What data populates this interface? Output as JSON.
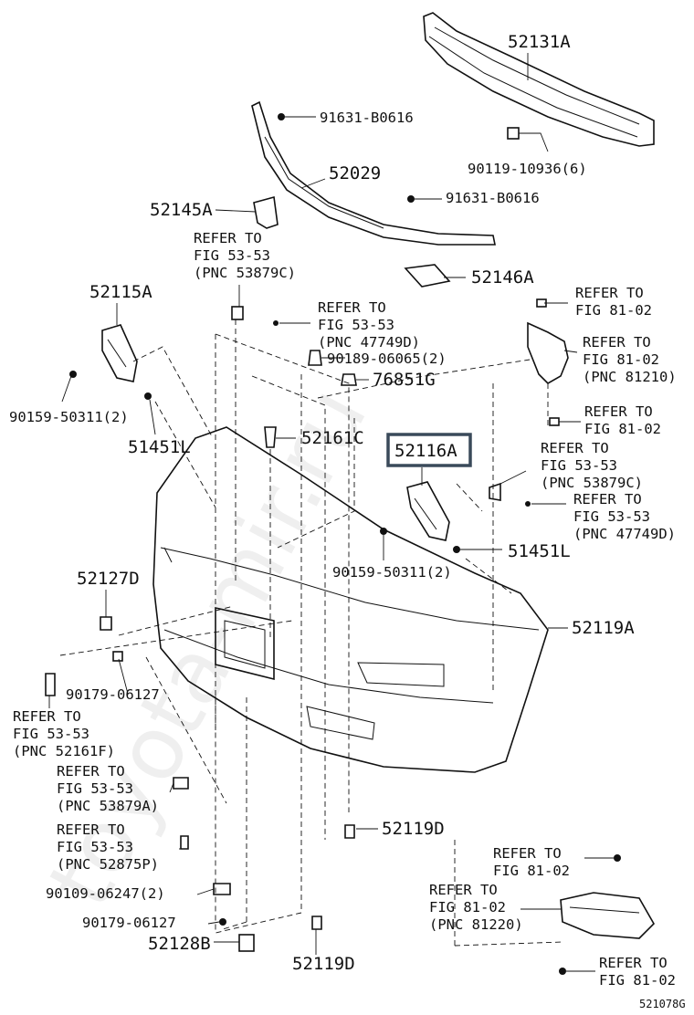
{
  "figure_id": "521078G",
  "watermark": "toyota-mir.ru",
  "labels": {
    "p52131A": "52131A",
    "p91631a": "91631-B0616",
    "p90119": "90119-10936(6)",
    "p52029": "52029",
    "p91631b": "91631-B0616",
    "p52145A": "52145A",
    "ref5353a_1": "REFER TO",
    "ref5353a_2": "FIG 53-53",
    "ref5353a_3": "(PNC 53879C)",
    "p52146A": "52146A",
    "p52115A": "52115A",
    "ref5353b_1": "REFER TO",
    "ref5353b_2": "FIG 53-53",
    "ref5353b_3": "(PNC 47749D)",
    "ref8102a_1": "REFER TO",
    "ref8102a_2": "FIG 81-02",
    "p90189": "90189-06065(2)",
    "ref8102b_1": "REFER TO",
    "ref8102b_2": "FIG 81-02",
    "ref8102b_3": "(PNC 81210)",
    "p76851G": "76851G",
    "p90159a": "90159-50311(2)",
    "p51451La": "51451L",
    "ref8102c_1": "REFER TO",
    "ref8102c_2": "FIG 81-02",
    "p52161C": "52161C",
    "p52116A": "52116A",
    "ref5353c_1": "REFER TO",
    "ref5353c_2": "FIG 53-53",
    "ref5353c_3": "(PNC 53879C)",
    "ref5353d_1": "REFER TO",
    "ref5353d_2": "FIG 53-53",
    "ref5353d_3": "(PNC 47749D)",
    "p51451Lb": "51451L",
    "p90159b": "90159-50311(2)",
    "p52127D": "52127D",
    "p52119A": "52119A",
    "p90179a": "90179-06127",
    "ref5353e_1": "REFER TO",
    "ref5353e_2": "FIG 53-53",
    "ref5353e_3": "(PNC 52161F)",
    "ref5353f_1": "REFER TO",
    "ref5353f_2": "FIG 53-53",
    "ref5353f_3": "(PNC 53879A)",
    "p52119Da": "52119D",
    "ref5353g_1": "REFER TO",
    "ref5353g_2": "FIG 53-53",
    "ref5353g_3": "(PNC 52875P)",
    "ref8102d_1": "REFER TO",
    "ref8102d_2": "FIG 81-02",
    "ref8102e_1": "REFER TO",
    "ref8102e_2": "FIG 81-02",
    "ref8102e_3": "(PNC 81220)",
    "p90109": "90109-06247(2)",
    "p90179b": "90179-06127",
    "p52128B": "52128B",
    "p52119Db": "52119D",
    "ref8102f_1": "REFER TO",
    "ref8102f_2": "FIG 81-02"
  }
}
